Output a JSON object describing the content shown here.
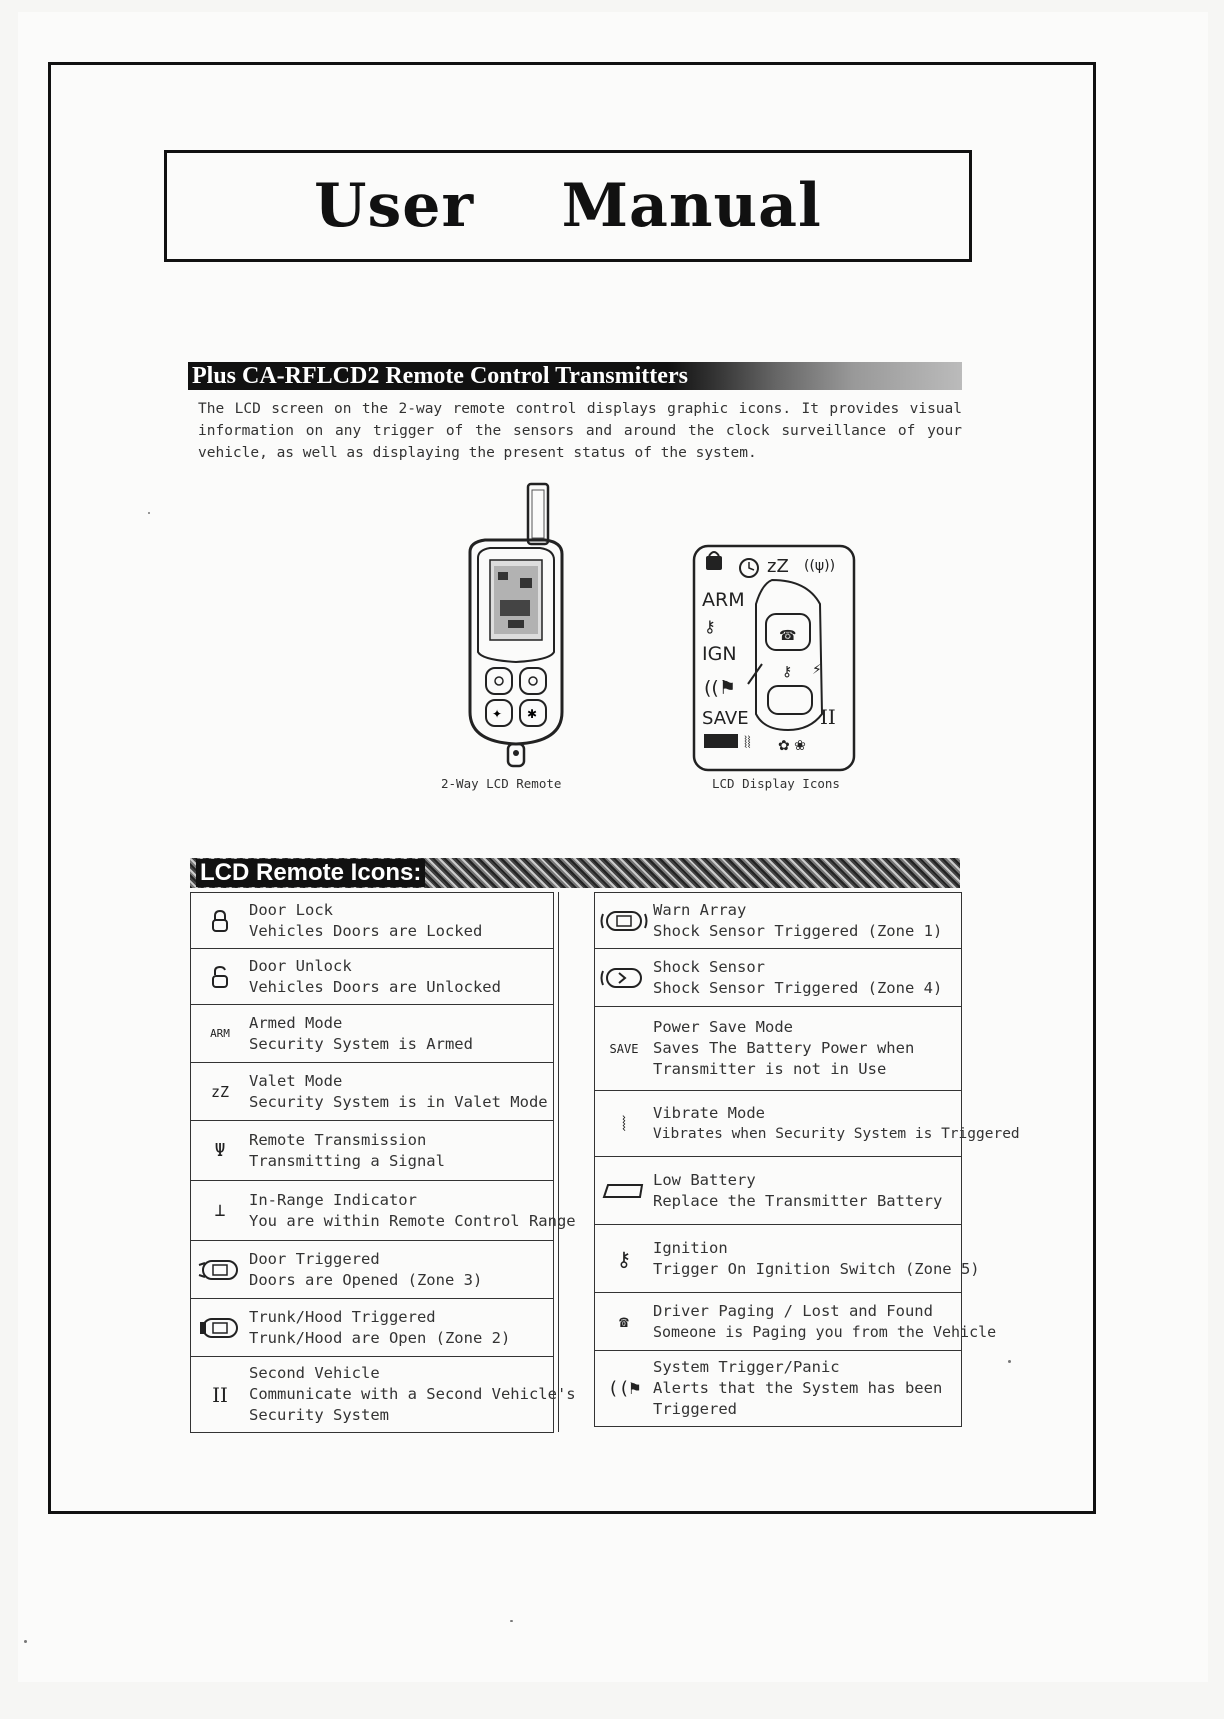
{
  "title": "User    Manual",
  "section": {
    "heading": "Plus CA-RFLCD2 Remote Control Transmitters",
    "intro": "The LCD screen on the 2-way remote control displays graphic icons. It provides visual information on any trigger of the sensors and around the clock surveillance of your vehicle, as well as displaying the present status of the system."
  },
  "figures": {
    "remote_caption": "2-Way LCD Remote",
    "lcd_caption": "LCD Display Icons",
    "lcd_labels": {
      "arm": "ARM",
      "ign": "IGN",
      "save": "SAVE",
      "zz": "zZ",
      "two": "II"
    }
  },
  "icons_heading": "LCD Remote Icons:",
  "left_icons": [
    {
      "icon": "lock-icon",
      "symbol": "🔒",
      "title": "Door Lock",
      "desc": [
        "Vehicles Doors are Locked"
      ]
    },
    {
      "icon": "unlock-icon",
      "symbol": "🔓",
      "title": "Door Unlock",
      "desc": [
        "Vehicles Doors are Unlocked"
      ]
    },
    {
      "icon": "arm-icon",
      "symbol": "ARM",
      "title": "Armed Mode",
      "desc": [
        "Security System is Armed"
      ]
    },
    {
      "icon": "valet-icon",
      "symbol": "zZ",
      "title": "Valet Mode",
      "desc": [
        "Security System is in Valet Mode"
      ]
    },
    {
      "icon": "antenna-icon",
      "symbol": "Ψ",
      "title": "Remote Transmission",
      "desc": [
        "Transmitting a Signal"
      ]
    },
    {
      "icon": "range-icon",
      "symbol": "⊥",
      "title": "In-Range Indicator",
      "desc": [
        "You are within Remote Control Range"
      ]
    },
    {
      "icon": "car-door-icon",
      "symbol": "◫",
      "title": "Door Triggered",
      "desc": [
        "Doors are Opened (Zone 3)"
      ]
    },
    {
      "icon": "car-trunk-icon",
      "symbol": "◫",
      "title": "Trunk/Hood Triggered",
      "desc": [
        "Trunk/Hood are Open (Zone 2)"
      ]
    },
    {
      "icon": "second-vehicle-icon",
      "symbol": "II",
      "title": "Second Vehicle",
      "desc": [
        "Communicate with a Second Vehicle's",
        "Security System"
      ]
    }
  ],
  "right_icons": [
    {
      "icon": "warn-array-icon",
      "symbol": "◫",
      "title": "Warn Array",
      "desc": [
        "Shock Sensor Triggered (Zone 1)"
      ]
    },
    {
      "icon": "shock-sensor-icon",
      "symbol": "◫",
      "title": "Shock Sensor",
      "desc": [
        "Shock Sensor Triggered (Zone 4)"
      ]
    },
    {
      "icon": "save-icon",
      "symbol": "SAVE",
      "title": "Power Save Mode",
      "desc": [
        "Saves The Battery Power when",
        "Transmitter is not in Use"
      ]
    },
    {
      "icon": "vibrate-icon",
      "symbol": "⦚",
      "title": "Vibrate Mode",
      "desc": [
        "Vibrates when Security System is Triggered"
      ]
    },
    {
      "icon": "battery-icon",
      "symbol": "▭",
      "title": "Low Battery",
      "desc": [
        "Replace the Transmitter Battery"
      ]
    },
    {
      "icon": "key-icon",
      "symbol": "⚷",
      "title": "Ignition",
      "desc": [
        "Trigger On Ignition Switch (Zone 5)"
      ]
    },
    {
      "icon": "phone-icon",
      "symbol": "☎",
      "title": "Driver Paging / Lost and Found",
      "desc": [
        "Someone is Paging you from the Vehicle"
      ]
    },
    {
      "icon": "panic-icon",
      "symbol": "((⚑",
      "title": "System Trigger/Panic",
      "desc": [
        "Alerts that the System has been",
        "Triggered"
      ]
    }
  ]
}
